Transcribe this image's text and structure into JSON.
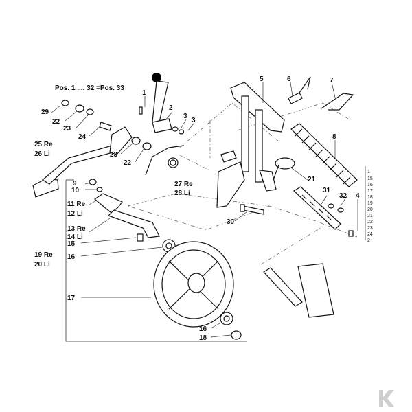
{
  "header": {
    "caption": "Pos. 1 .... 32 =Pos. 33"
  },
  "labels": {
    "l1": "1",
    "l2": "2",
    "l3a": "3",
    "l3b": "3",
    "l4": "4",
    "l5": "5",
    "l6": "6",
    "l7": "7",
    "l8": "8",
    "l9": "9",
    "l10": "10",
    "l11": "11 Re",
    "l12": "12 Li",
    "l13": "13 Re",
    "l14": "14 Li",
    "l15": "15",
    "l16a": "16",
    "l16b": "16",
    "l17": "17",
    "l18": "18",
    "l19": "19 Re",
    "l20": "20 Li",
    "l21": "21",
    "l22a": "22",
    "l22b": "22",
    "l23a": "23",
    "l23b": "23",
    "l24": "24",
    "l25": "25 Re",
    "l26": "26 Li",
    "l27": "27 Re",
    "l28": "28 Li",
    "l29": "29",
    "l30": "30",
    "l31": "31",
    "l32": "32"
  },
  "side_list": [
    "1",
    "15",
    "16",
    "17",
    "18",
    "19",
    "20",
    "21",
    "22",
    "23",
    "24",
    "2"
  ],
  "colors": {
    "line": "#111111",
    "logo": "#cfcfcf"
  },
  "logo": {
    "name": "kramp-k-logo",
    "text": "K"
  }
}
